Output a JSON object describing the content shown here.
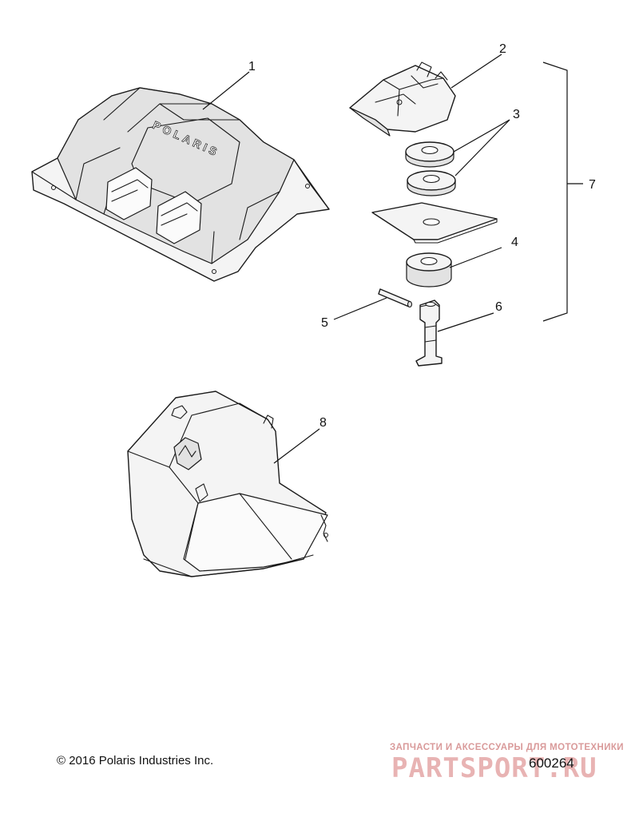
{
  "callouts": {
    "c1": "1",
    "c2": "2",
    "c3": "3",
    "c4": "4",
    "c5": "5",
    "c6": "6",
    "c7": "7",
    "c8": "8"
  },
  "part_logo_text": "POLARIS",
  "footer": {
    "copyright": "© 2016 Polaris Industries Inc.",
    "figure_number": "600264"
  },
  "watermark": {
    "caption": "ЗАПЧАСТИ И АКСЕССУАРЫ ДЛЯ МОТОТЕХНИКИ",
    "logo": "PARTSPORT.RU"
  },
  "colors": {
    "line": "#1a1a1a",
    "part_fill": "#f4f4f4",
    "watermark": "#e8b3b3"
  }
}
